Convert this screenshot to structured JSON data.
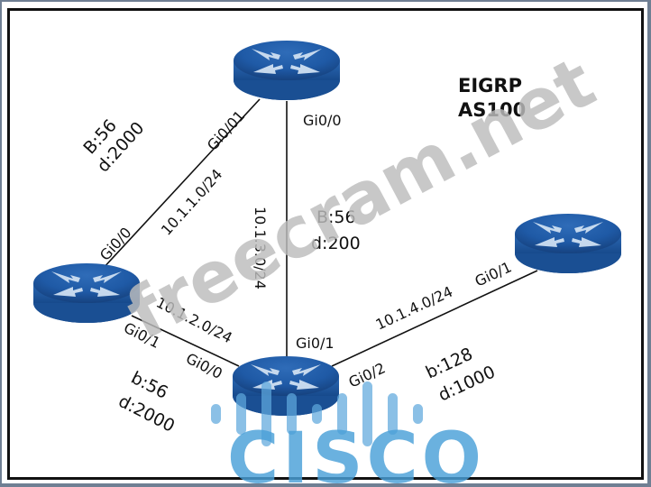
{
  "diagram": {
    "protocol_title": "EIGRP",
    "as_label": "AS100",
    "routers": [
      {
        "id": "top",
        "interfaces": [
          "Gi0/01",
          "Gi0/0"
        ]
      },
      {
        "id": "left",
        "interfaces": [
          "Gi0/0",
          "Gi0/1"
        ]
      },
      {
        "id": "center",
        "interfaces": [
          "Gi0/0",
          "Gi0/1",
          "Gi0/2"
        ]
      },
      {
        "id": "right",
        "interfaces": [
          "Gi0/1"
        ]
      }
    ],
    "links": [
      {
        "from": "top",
        "to": "left",
        "subnet": "10.1.1.0/24",
        "from_if": "Gi0/01",
        "to_if": "Gi0/0",
        "metric": {
          "bandwidth": "B:56",
          "delay": "d:2000"
        }
      },
      {
        "from": "top",
        "to": "center",
        "subnet": "10.1.3.0/24",
        "from_if": "Gi0/0",
        "to_if": "Gi0/1",
        "metric": {
          "bandwidth": "B:56",
          "delay": "d:200"
        }
      },
      {
        "from": "left",
        "to": "center",
        "subnet": "10.1.2.0/24",
        "from_if": "Gi0/1",
        "to_if": "Gi0/0",
        "metric": {
          "bandwidth": "b:56",
          "delay": "d:2000"
        }
      },
      {
        "from": "center",
        "to": "right",
        "subnet": "10.1.4.0/24",
        "from_if": "Gi0/2",
        "to_if": "Gi0/1",
        "metric": {
          "bandwidth": "b:128",
          "delay": "d:1000"
        }
      }
    ]
  },
  "watermarks": {
    "site": "freecram.net",
    "brand": "CISCO"
  },
  "colors": {
    "router_blue": "#1f5aa6",
    "router_top": "#2a67b3",
    "arrow": "#cfe0f2",
    "frame_bg": "#6f7f93",
    "cisco_blue": "#4aa0d8",
    "watermark_gray": "#bdbdbd"
  }
}
